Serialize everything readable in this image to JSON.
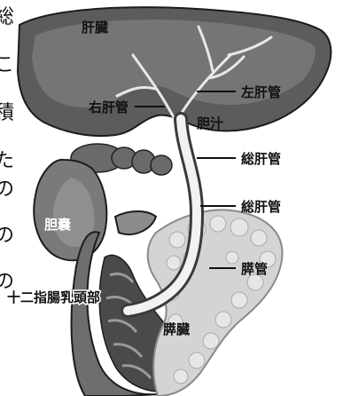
{
  "labels": {
    "liver": "肝臓",
    "right_hepatic_duct": "右肝管",
    "left_hepatic_duct": "左肝管",
    "bile": "胆汁",
    "common_hepatic_duct_1": "総肝管",
    "common_hepatic_duct_2": "総肝管",
    "gallbladder": "胆嚢",
    "pancreatic_duct": "膵管",
    "duodenal_papilla": "十二指腸乳頭部",
    "pancreas": "膵臓"
  },
  "side_text": [
    "総",
    "こ",
    "積",
    "た",
    "の",
    "の",
    "の"
  ]
}
